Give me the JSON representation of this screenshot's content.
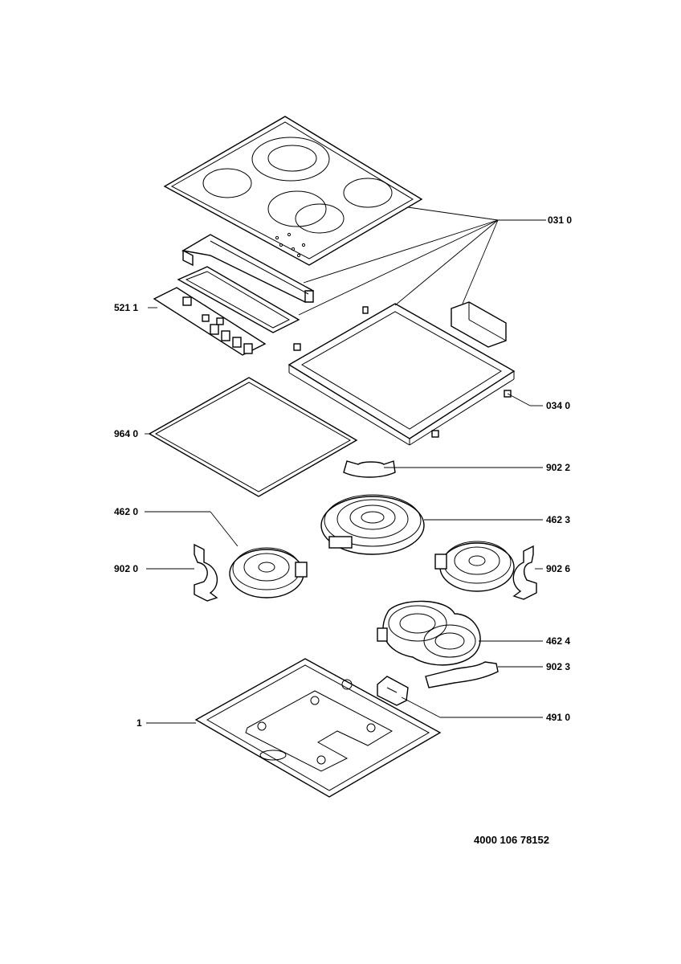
{
  "document_number": "4000 106 78152",
  "labels": {
    "cooktop_glass": "031 0",
    "frame_bracket": "034 0",
    "control_board": "521 1",
    "gasket": "964 0",
    "ring_top": "902 2",
    "small_heater_left": "462 0",
    "dual_heater": "462 3",
    "clip_left": "902 0",
    "clip_right": "902 6",
    "oval_heater": "462 4",
    "oval_support": "902 3",
    "connector_block": "491 0",
    "base_tray": "1"
  },
  "colors": {
    "line": "#000000",
    "background": "#ffffff"
  }
}
